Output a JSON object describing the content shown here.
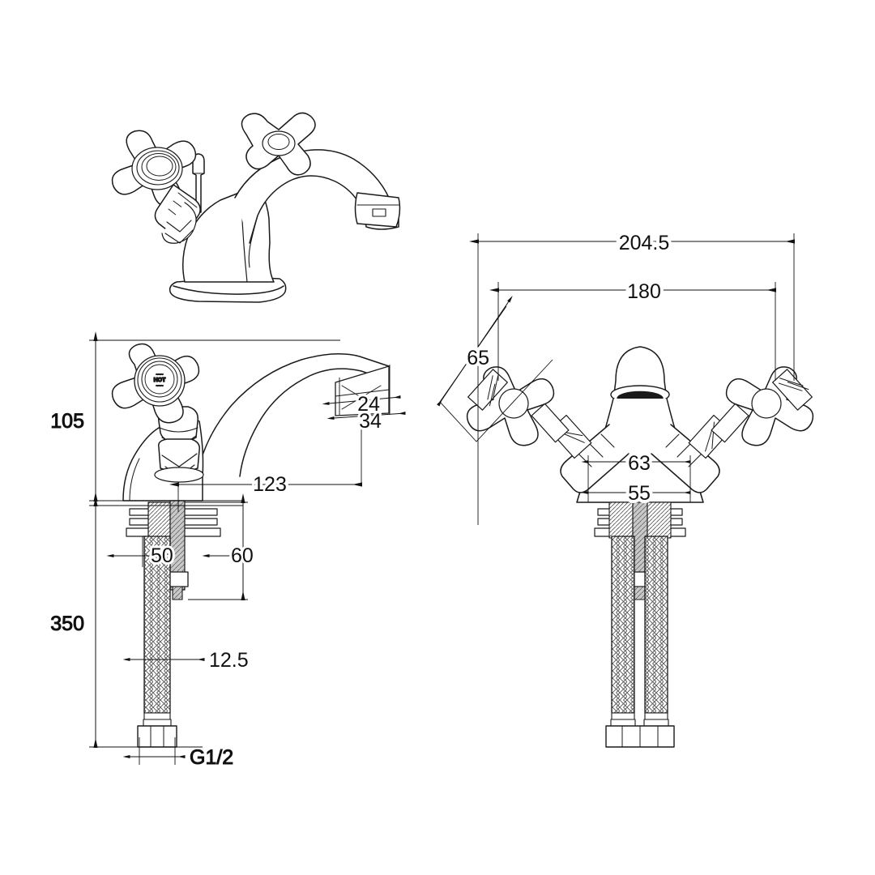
{
  "drawing": {
    "title": "Basin mixer tap technical drawing",
    "units": "mm",
    "line_color": "#1a1a1a",
    "fill_color": "#ffffff",
    "hatch_color": "#555555",
    "background": "#ffffff"
  },
  "views": [
    {
      "id": "perspective",
      "name": "perspective-view",
      "label": ""
    },
    {
      "id": "side",
      "name": "side-elevation-view",
      "label": ""
    },
    {
      "id": "front",
      "name": "front-elevation-view",
      "label": ""
    }
  ],
  "handle": {
    "hot_label": "HOT"
  },
  "dimensions": {
    "side": [
      {
        "id": "height_105",
        "value": "105",
        "orientation": "vertical",
        "name": "dimension-105"
      },
      {
        "id": "reach_123",
        "value": "123",
        "orientation": "horizontal",
        "name": "dimension-123"
      },
      {
        "id": "spout_24",
        "value": "24",
        "orientation": "horizontal",
        "name": "dimension-24"
      },
      {
        "id": "spout_34",
        "value": "34",
        "orientation": "horizontal",
        "name": "dimension-34"
      },
      {
        "id": "tail_350",
        "value": "350",
        "orientation": "vertical",
        "name": "dimension-350"
      },
      {
        "id": "plate_50",
        "value": "50",
        "orientation": "horizontal",
        "name": "dimension-50"
      },
      {
        "id": "stud_60",
        "value": "60",
        "orientation": "vertical",
        "name": "dimension-60"
      },
      {
        "id": "hose_12_5",
        "value": "12.5",
        "orientation": "horizontal",
        "name": "dimension-12-5"
      },
      {
        "id": "thread_g12",
        "value": "G1/2",
        "orientation": "horizontal",
        "name": "dimension-g1-2"
      }
    ],
    "front": [
      {
        "id": "overall_204_5",
        "value": "204.5",
        "orientation": "horizontal",
        "name": "dimension-204-5"
      },
      {
        "id": "span_180",
        "value": "180",
        "orientation": "horizontal",
        "name": "dimension-180"
      },
      {
        "id": "handle_65",
        "value": "65",
        "orientation": "diagonal",
        "name": "dimension-65"
      },
      {
        "id": "body_63",
        "value": "63",
        "orientation": "horizontal",
        "name": "dimension-63"
      },
      {
        "id": "base_55",
        "value": "55",
        "orientation": "horizontal",
        "name": "dimension-55"
      }
    ]
  }
}
